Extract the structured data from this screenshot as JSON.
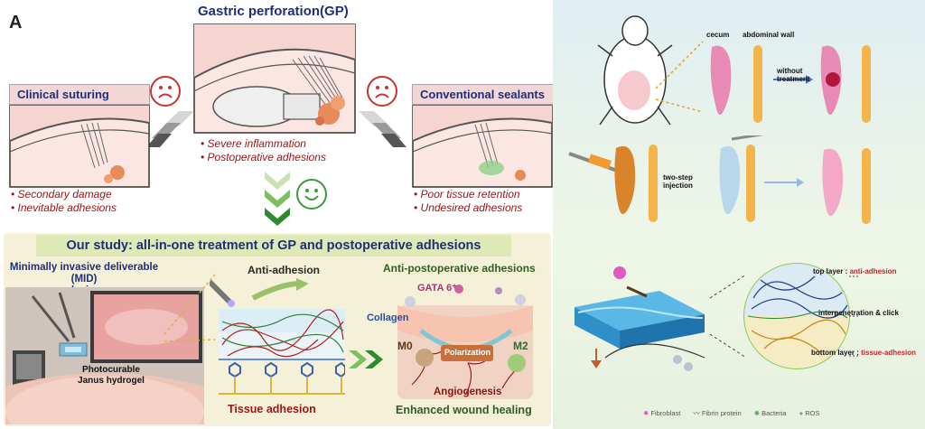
{
  "panel_letter": "A",
  "gp_title": "Gastric perforation(GP)",
  "gp_effects": [
    "Severe inflammation",
    "Postoperative adhesions"
  ],
  "clinical_suturing": {
    "title": "Clinical suturing",
    "effects": [
      "Secondary damage",
      "Inevitable adhesions"
    ]
  },
  "conventional_sealants": {
    "title": "Conventional sealants",
    "effects": [
      "Poor tissue retention",
      "Undesired adhesions"
    ]
  },
  "study_title": "Our study: all-in-one treatment of GP and postoperative adhesions",
  "mid_title_line1": "Minimally invasive deliverable (MID)",
  "mid_title_line2": "device",
  "hydrogel_label_line1": "Photocurable",
  "hydrogel_label_line2": "Janus hydrogel",
  "anti_adhesion": "Anti-adhesion",
  "tissue_adhesion": "Tissue adhesion",
  "anti_post_title": "Anti-postoperative adhesions",
  "gata": "GATA 6⁺",
  "collagen": "Collagen",
  "m0": "M0",
  "m2": "M2",
  "polarization": "Polarization",
  "angiogenesis": "Angiogenesis",
  "wound_healing": "Enhanced wound healing",
  "right_panel": {
    "cecum": "cecum",
    "abdominal_wall": "abdominal wall",
    "without_treatment_1": "without",
    "without_treatment_2": "treatment",
    "two_step_1": "two-step",
    "two_step_2": "injection",
    "top_layer_prefix": "top layer : ",
    "top_layer_value": "anti-adhesion",
    "interpenetration": "interpenetration & click",
    "bottom_layer_prefix": "bottom layer : ",
    "bottom_layer_value": "tissue-adhesion",
    "legend": [
      "Fibroblast",
      "Fibrin protein",
      "Bacteria",
      "ROS"
    ]
  },
  "colors": {
    "navy": "#1e2f78",
    "red": "#a01515",
    "green": "#2f6a2c",
    "pink": "#f3d6d6",
    "study_bar": "#dfe9b8"
  }
}
